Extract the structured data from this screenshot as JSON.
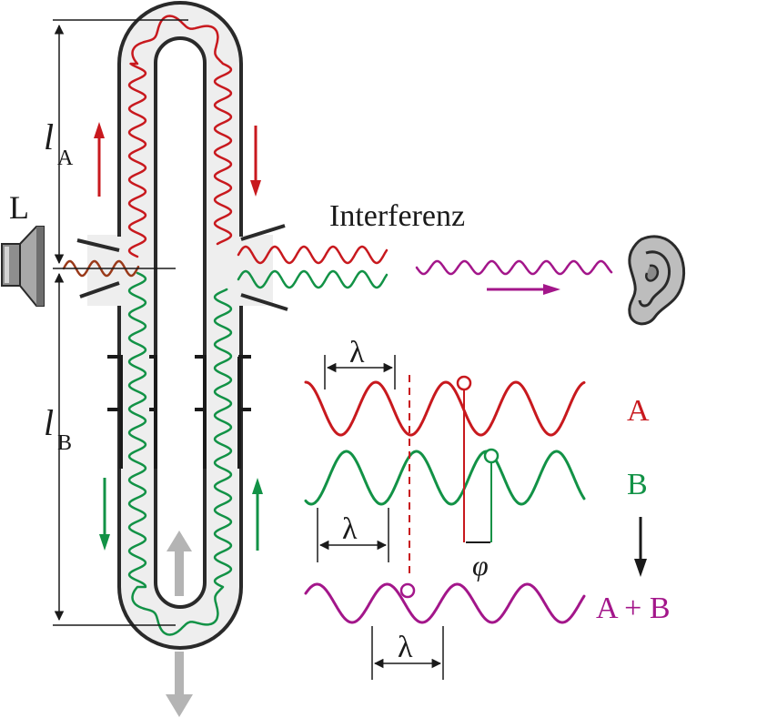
{
  "labels": {
    "speaker": "L",
    "length_a_main": "l",
    "length_a_sub": "A",
    "length_b_main": "l",
    "length_b_sub": "B",
    "interference": "Interferenz",
    "wavelength": "λ",
    "phase": "φ",
    "wave_a": "A",
    "wave_b": "B",
    "wave_sum": "A + B"
  },
  "colors": {
    "wave_a": "#c8191e",
    "wave_b": "#129246",
    "wave_sum": "#a3168a",
    "tube_fill": "#eeeeee",
    "tube_stroke": "#2a2a2a",
    "movable_arrow": "#b4b4b4"
  },
  "icons": {
    "speaker": "speaker-icon",
    "ear": "ear-icon",
    "slide_arrow_up": "arrow-up-icon",
    "slide_arrow_down": "arrow-down-icon"
  }
}
